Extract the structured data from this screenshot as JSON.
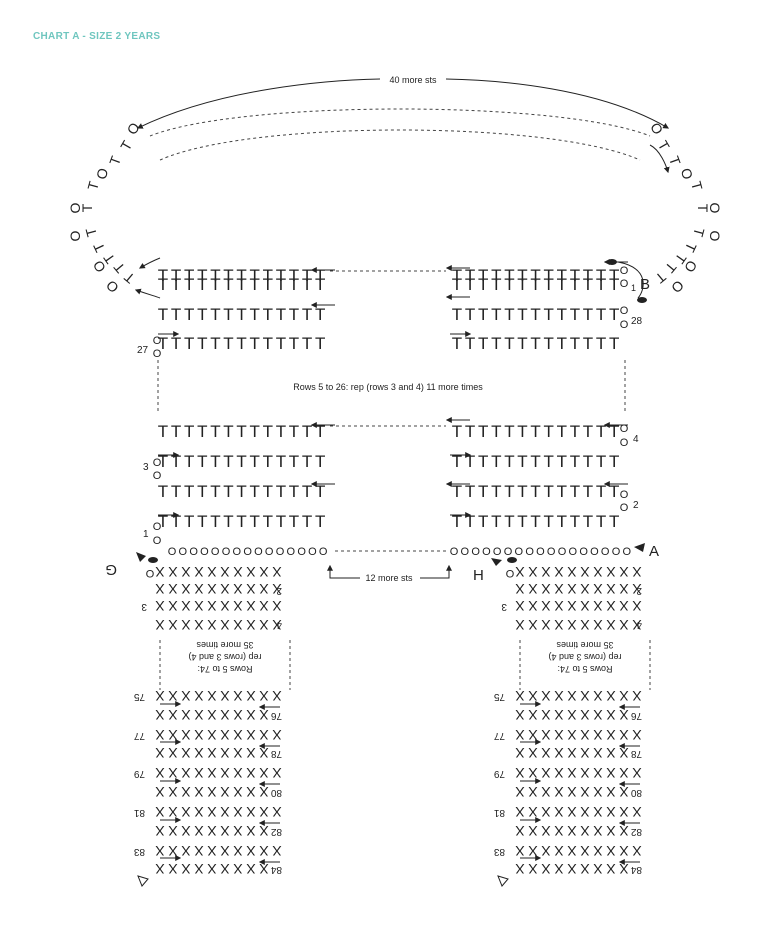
{
  "page": {
    "title": "CHART A - SIZE 2 YEARS"
  },
  "diagram": {
    "top_note": "40 more sts",
    "middle_note": "Rows 5 to 26: rep (rows 3 and 4) 11 more times",
    "bottom_note": "12 more sts",
    "strap_note": [
      "Rows 5 to 74:",
      "rep (rows 3 and 4)",
      "35 more times"
    ],
    "row_numbers_left": [
      "1",
      "3",
      "27"
    ],
    "row_numbers_right": [
      "2",
      "4",
      "28"
    ],
    "point_labels": {
      "a": "A",
      "b": "B",
      "g": "G",
      "h": "H",
      "one": "1"
    },
    "strap_rows": [
      "2",
      "3",
      "4",
      "75",
      "76",
      "77",
      "78",
      "79",
      "80",
      "81",
      "82",
      "83",
      "84"
    ],
    "symbols": {
      "chain": "O",
      "stitch": "T",
      "cross": "X",
      "marker": "triangle",
      "arrow": "arrow"
    }
  }
}
